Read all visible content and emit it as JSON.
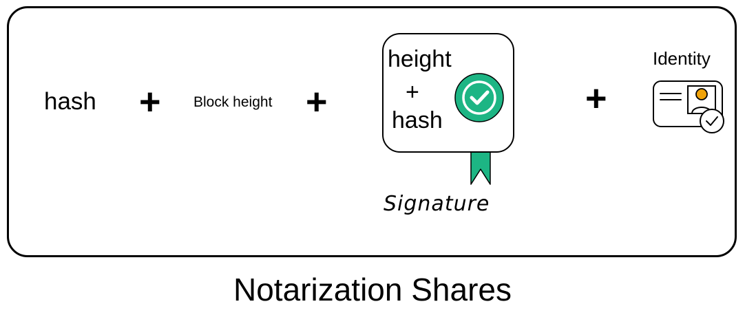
{
  "diagram": {
    "title": "Notarization Shares",
    "components": [
      {
        "label": "hash"
      },
      {
        "label": "Block height"
      },
      {
        "signature": {
          "caption": "Signature",
          "content_lines": [
            "height",
            "+",
            "hash"
          ]
        }
      },
      {
        "label": "Identity"
      }
    ],
    "operator": "+",
    "colors": {
      "accent": "#1db584",
      "identity_avatar": "#f0a30a",
      "stroke": "#000000",
      "background": "#ffffff"
    },
    "icons": [
      "seal-check-icon",
      "ribbon-icon",
      "id-card-icon",
      "verified-check-icon"
    ]
  }
}
